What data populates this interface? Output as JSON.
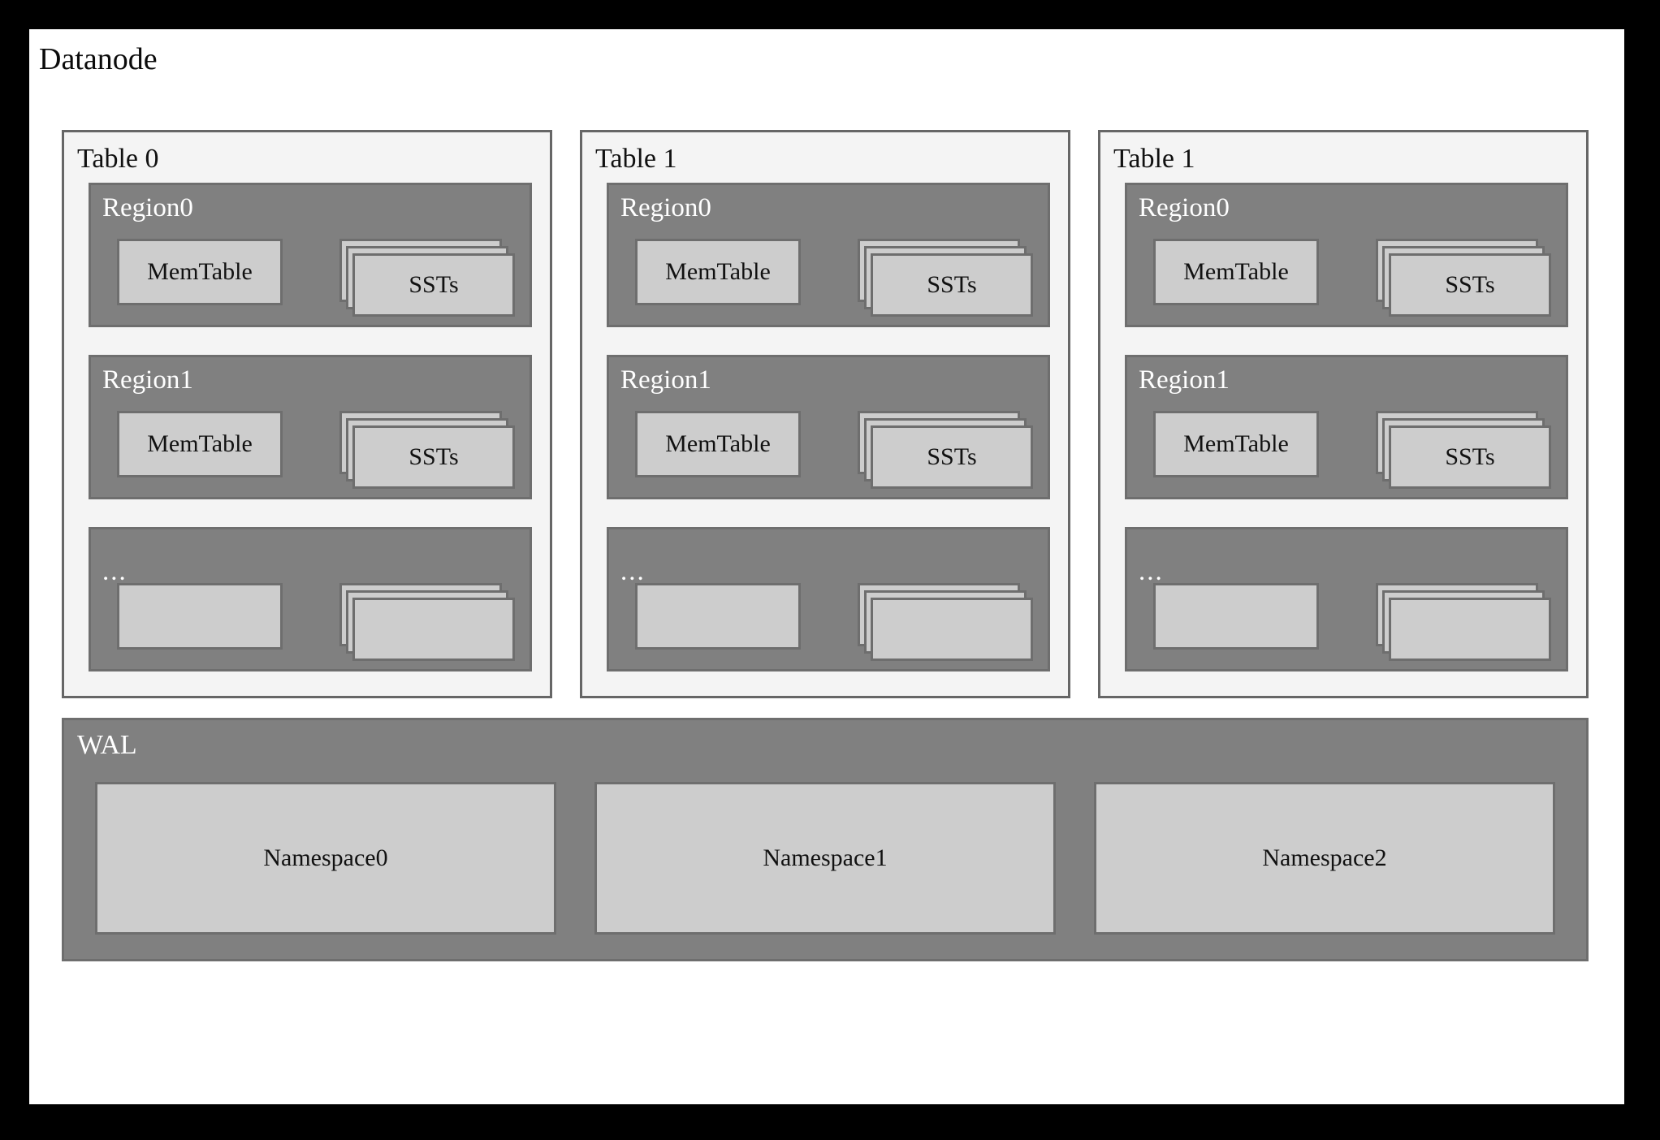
{
  "diagram": {
    "title": "Datanode",
    "background": "#ffffff",
    "frame_color": "#000000"
  },
  "colors": {
    "panel_bg": "#f4f4f4",
    "region_bg": "#808080",
    "box_bg": "#cdcdcd",
    "border": "#6e6e6e",
    "text_dark": "#111111",
    "text_light": "#ffffff"
  },
  "tables": [
    {
      "label": "Table 0",
      "regions": [
        {
          "label": "Region0",
          "memtable": "MemTable",
          "ssts": "SSTs"
        },
        {
          "label": "Region1",
          "memtable": "MemTable",
          "ssts": "SSTs"
        },
        {
          "label": "...",
          "memtable": "",
          "ssts": ""
        }
      ]
    },
    {
      "label": "Table 1",
      "regions": [
        {
          "label": "Region0",
          "memtable": "MemTable",
          "ssts": "SSTs"
        },
        {
          "label": "Region1",
          "memtable": "MemTable",
          "ssts": "SSTs"
        },
        {
          "label": "...",
          "memtable": "",
          "ssts": ""
        }
      ]
    },
    {
      "label": "Table 1",
      "regions": [
        {
          "label": "Region0",
          "memtable": "MemTable",
          "ssts": "SSTs"
        },
        {
          "label": "Region1",
          "memtable": "MemTable",
          "ssts": "SSTs"
        },
        {
          "label": "...",
          "memtable": "",
          "ssts": ""
        }
      ]
    }
  ],
  "wal": {
    "label": "WAL",
    "namespaces": [
      {
        "label": "Namespace0"
      },
      {
        "label": "Namespace1"
      },
      {
        "label": "Namespace2"
      }
    ]
  }
}
